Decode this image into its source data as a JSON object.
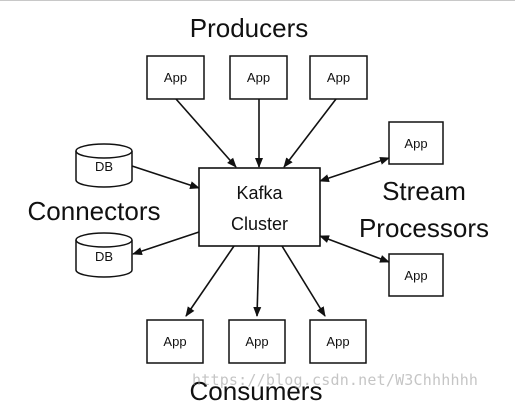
{
  "groups": {
    "producers": "Producers",
    "connectors": "Connectors",
    "stream_processors_line1": "Stream",
    "stream_processors_line2": "Processors",
    "consumers": "Consumers"
  },
  "cluster": {
    "line1": "Kafka",
    "line2": "Cluster"
  },
  "nodes": {
    "producer_apps": [
      "App",
      "App",
      "App"
    ],
    "stream_apps": [
      "App",
      "App"
    ],
    "consumer_apps": [
      "App",
      "App",
      "App"
    ],
    "databases": [
      "DB",
      "DB"
    ]
  },
  "watermark": "https://blog.csdn.net/W3Chhhhhh",
  "colors": {
    "stroke": "#111111",
    "background": "#ffffff",
    "watermark": "#969696"
  }
}
